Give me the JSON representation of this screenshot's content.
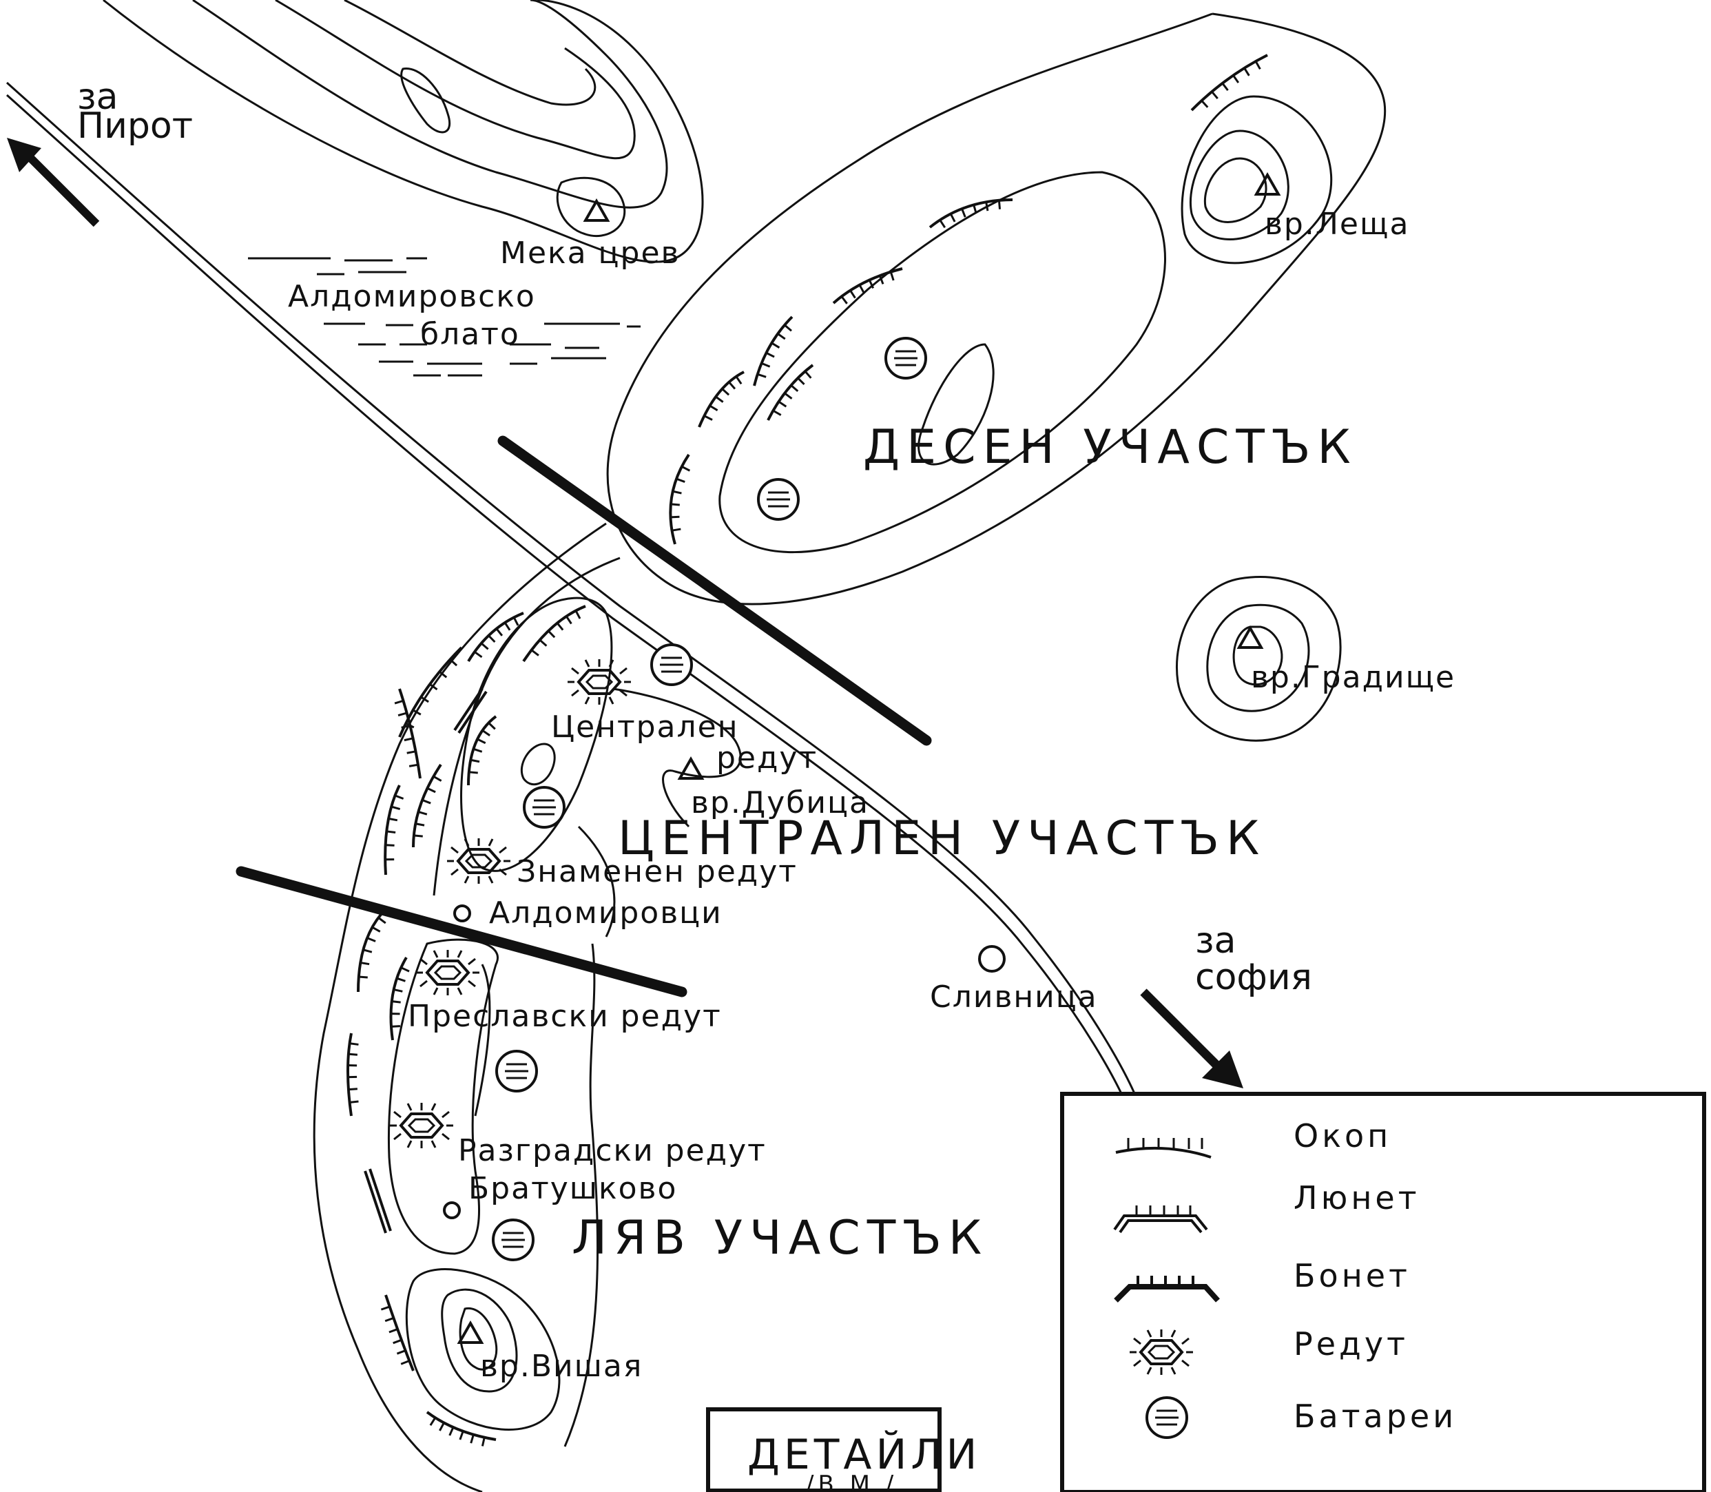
{
  "map": {
    "directions": {
      "pirot_line1": "за",
      "pirot_line2": "Пирот",
      "sofia_line1": "за",
      "sofia_line2": "софия"
    },
    "peaks": {
      "meka_crev": "Мека црев",
      "lesha": "вр.Леща",
      "gradishte": "вр.Градище",
      "dubica": "вр.Дубица",
      "vishaya": "вр.Вишая"
    },
    "swamp": {
      "line1": "Алдомировско",
      "line2": "блато"
    },
    "sectors": {
      "right": "ДЕСЕН  УЧАСТЪК",
      "central": "ЦЕНТРАЛЕН  УЧАСТЪК",
      "left": "ЛЯВ  УЧАСТЪК"
    },
    "redoubts": {
      "central_line1": "Централен",
      "central_line2": "редут",
      "znamenen": "Знаменен редут",
      "preslavski": "Преславски редут",
      "razgradski": "Разградски редут"
    },
    "villages": {
      "aldomirovci": "Алдомировци",
      "slivnica": "Сливница",
      "bratushkovo": "Братушково"
    }
  },
  "legend": {
    "items": [
      {
        "symbol": "trench-icon",
        "label": "Окоп"
      },
      {
        "symbol": "lunette-icon",
        "label": "Люнет"
      },
      {
        "symbol": "bonnet-icon",
        "label": "Бонет"
      },
      {
        "symbol": "redoubt-icon",
        "label": "Редут"
      },
      {
        "symbol": "battery-icon",
        "label": "Батареи"
      }
    ]
  },
  "title_box": {
    "title": "ДЕТАЙЛИ",
    "subtitle": "/В.М./"
  }
}
